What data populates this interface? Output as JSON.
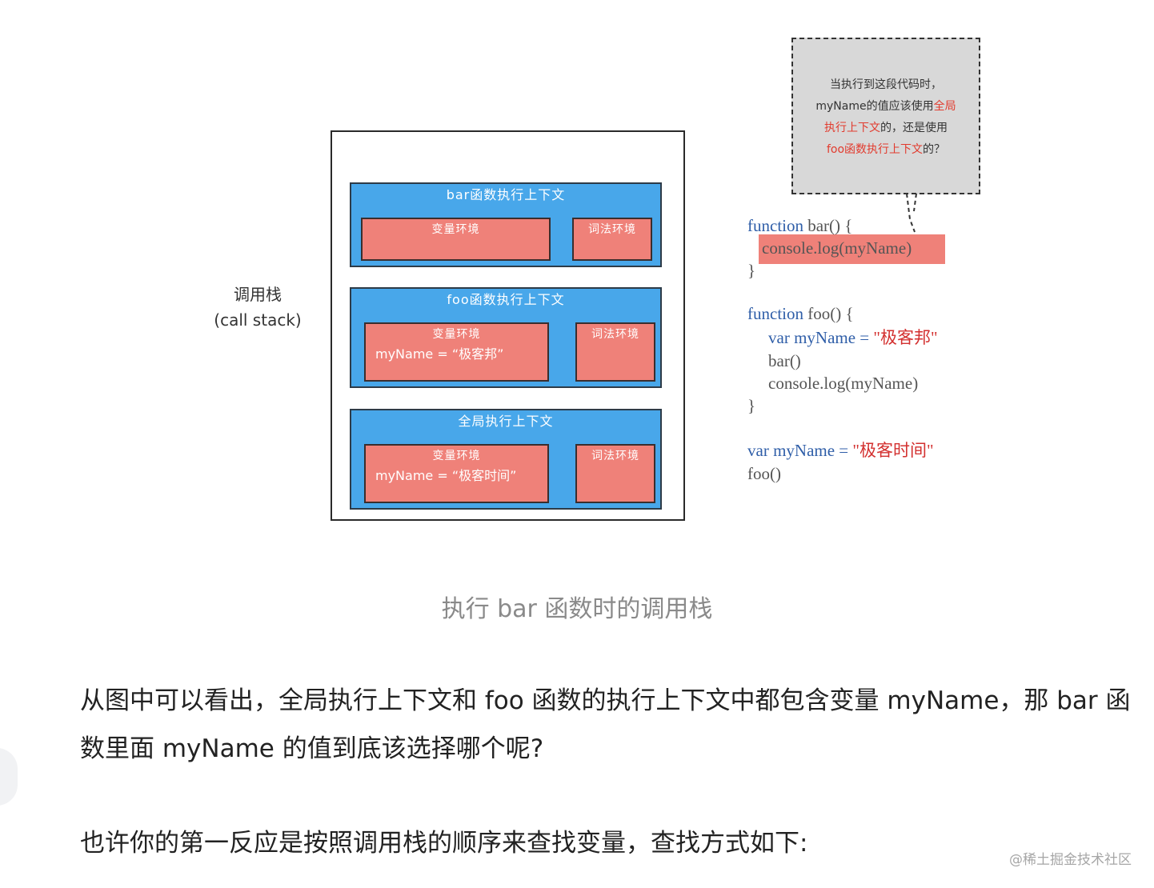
{
  "figure": {
    "stack_label_line1": "调用栈",
    "stack_label_line2": "(call stack)",
    "contexts": [
      {
        "title": "bar函数执行上下文",
        "var_env_title": "变量环境",
        "var_env_value": "",
        "lex_env_title": "词法环境"
      },
      {
        "title": "foo函数执行上下文",
        "var_env_title": "变量环境",
        "var_env_value": "myName = “极客邦”",
        "lex_env_title": "词法环境"
      },
      {
        "title": "全局执行上下文",
        "var_env_title": "变量环境",
        "var_env_value": "myName = “极客时间”",
        "lex_env_title": "词法环境"
      }
    ],
    "bubble": {
      "line1": "当执行到这段代码时，",
      "line2_a": "myName的值应该使用",
      "line2_b": "全局",
      "line3_a": "执行上下文",
      "line3_b": "的，还是使用",
      "line4_a": "foo函数执行上下文",
      "line4_b": "的？"
    },
    "code": {
      "bar_kw": "function",
      "bar_sig": " bar() {",
      "bar_body": "console.log(myName)",
      "bar_close": "}",
      "foo_kw": "function",
      "foo_sig": " foo() {",
      "foo_var_kw": "var",
      "foo_var_name": " myName = ",
      "foo_var_value": "\"极客邦\"",
      "foo_call_bar": "bar()",
      "foo_log": "console.log(myName)",
      "foo_close": "}",
      "global_var_kw": "var",
      "global_var_name": " myName = ",
      "global_var_value": "\"极客时间\"",
      "global_call_foo": "foo()"
    }
  },
  "caption": "执行 bar 函数时的调用栈",
  "paragraphs": [
    "从图中可以看出，全局执行上下文和 foo 函数的执行上下文中都包含变量 myName，那 bar 函数里面 myName 的值到底该选择哪个呢?",
    "也许你的第一反应是按照调用栈的顺序来查找变量，查找方式如下:"
  ],
  "watermark": "@稀土掘金技术社区",
  "colors": {
    "context_blue": "#48a7ea",
    "env_red": "#ef8179",
    "keyword_blue": "#2f5ea8",
    "string_red": "#d3302f",
    "bubble_gray": "#d8d8d8"
  }
}
